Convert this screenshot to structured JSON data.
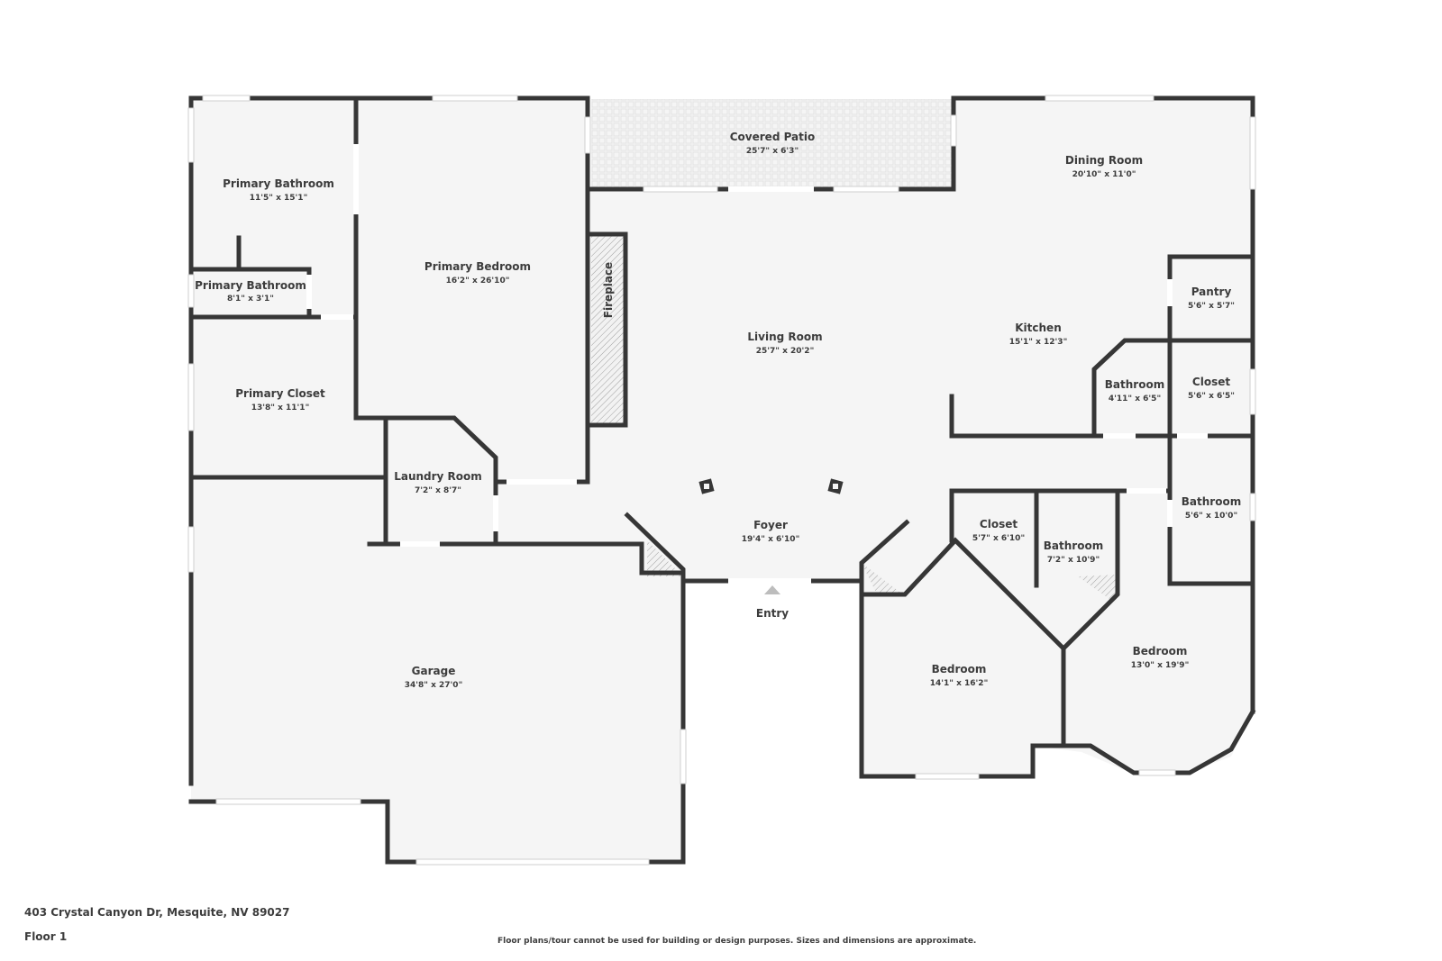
{
  "colors": {
    "floor": "#f5f5f5",
    "wall": "#363636",
    "text": "#3c3c3c",
    "window": "#ffffff",
    "hatch": "#9a9a9a"
  },
  "rooms": {
    "primary_bathroom": {
      "name": "Primary Bathroom",
      "dims": "11'5\" x 15'1\""
    },
    "primary_bathroom_small": {
      "name": "Primary Bathroom",
      "dims": "8'1\" x 3'1\""
    },
    "primary_closet": {
      "name": "Primary Closet",
      "dims": "13'8\" x 11'1\""
    },
    "primary_bedroom": {
      "name": "Primary Bedroom",
      "dims": "16'2\" x 26'10\""
    },
    "covered_patio": {
      "name": "Covered Patio",
      "dims": "25'7\" x 6'3\""
    },
    "dining_room": {
      "name": "Dining Room",
      "dims": "20'10\" x 11'0\""
    },
    "living_room": {
      "name": "Living Room",
      "dims": "25'7\" x 20'2\""
    },
    "fireplace": {
      "name": "Fireplace"
    },
    "kitchen": {
      "name": "Kitchen",
      "dims": "15'1\" x 12'3\""
    },
    "pantry": {
      "name": "Pantry",
      "dims": "5'6\" x 5'7\""
    },
    "bathroom_hall": {
      "name": "Bathroom",
      "dims": "4'11\" x 6'5\""
    },
    "closet_east": {
      "name": "Closet",
      "dims": "5'6\" x 6'5\""
    },
    "bathroom_east": {
      "name": "Bathroom",
      "dims": "5'6\" x 10'0\""
    },
    "laundry_room": {
      "name": "Laundry Room",
      "dims": "7'2\" x 8'7\""
    },
    "foyer": {
      "name": "Foyer",
      "dims": "19'4\" x 6'10\""
    },
    "entry": {
      "name": "Entry"
    },
    "closet_bed": {
      "name": "Closet",
      "dims": "5'7\" x 6'10\""
    },
    "bathroom_bed": {
      "name": "Bathroom",
      "dims": "7'2\" x 10'9\""
    },
    "bedroom_west": {
      "name": "Bedroom",
      "dims": "14'1\" x 16'2\""
    },
    "bedroom_east": {
      "name": "Bedroom",
      "dims": "13'0\" x 19'9\""
    },
    "garage": {
      "name": "Garage",
      "dims": "34'8\" x 27'0\""
    }
  },
  "footer": {
    "address": "403 Crystal Canyon Dr, Mesquite, NV 89027",
    "floor": "Floor 1",
    "disclaimer": "Floor plans/tour cannot be used for building or design purposes. Sizes and dimensions are approximate."
  },
  "icons": {
    "entry_marker": "triangle-up"
  }
}
